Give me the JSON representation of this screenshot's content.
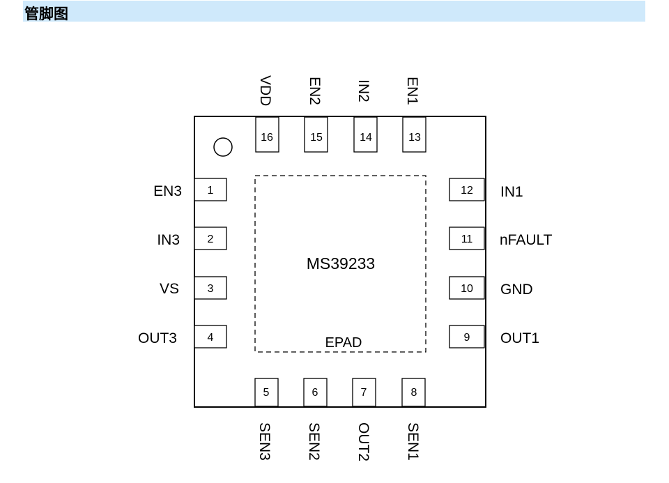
{
  "header": {
    "title": "管脚图"
  },
  "chip": {
    "part_number": "MS39233",
    "epad_label": "EPAD"
  },
  "pins": {
    "left": [
      {
        "num": "1",
        "name": "EN3"
      },
      {
        "num": "2",
        "name": "IN3"
      },
      {
        "num": "3",
        "name": "VS"
      },
      {
        "num": "4",
        "name": "OUT3"
      }
    ],
    "bottom": [
      {
        "num": "5",
        "name": "SEN3"
      },
      {
        "num": "6",
        "name": "SEN2"
      },
      {
        "num": "7",
        "name": "OUT2"
      },
      {
        "num": "8",
        "name": "SEN1"
      }
    ],
    "right": [
      {
        "num": "9",
        "name": "OUT1"
      },
      {
        "num": "10",
        "name": "GND"
      },
      {
        "num": "11",
        "name": "nFAULT"
      },
      {
        "num": "12",
        "name": "IN1"
      }
    ],
    "top": [
      {
        "num": "13",
        "name": "EN1"
      },
      {
        "num": "14",
        "name": "IN2"
      },
      {
        "num": "15",
        "name": "EN2"
      },
      {
        "num": "16",
        "name": "VDD"
      }
    ]
  }
}
